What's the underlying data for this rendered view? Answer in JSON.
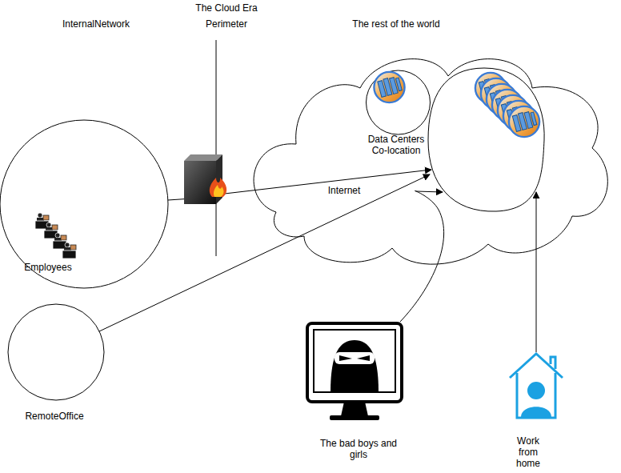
{
  "diagram": {
    "nodes": [
      {
        "text": [
          "Employees"
        ]
      },
      {
        "text": [
          "RemoteOffice"
        ]
      },
      {
        "text": [
          "The rest of the world"
        ]
      },
      {
        "text": [
          "Data Centers Co-location"
        ],
        "in": 2
      },
      {
        "text": [
          "The bad boys and girls"
        ]
      },
      {
        "text": [
          "Work from home"
        ]
      }
    ],
    "edges": [
      {
        "from": 0,
        "to": 2,
        "arrow": "to",
        "label": "Internet"
      },
      {
        "from": 1,
        "to": 2,
        "arrow": "to"
      },
      {
        "from": 4,
        "to": 2,
        "arrow": "to"
      },
      {
        "from": 5,
        "to": 2,
        "arrow": "to"
      }
    ],
    "labels": [
      "The Cloud Era",
      "InternalNetwork",
      "Perimeter"
    ]
  }
}
